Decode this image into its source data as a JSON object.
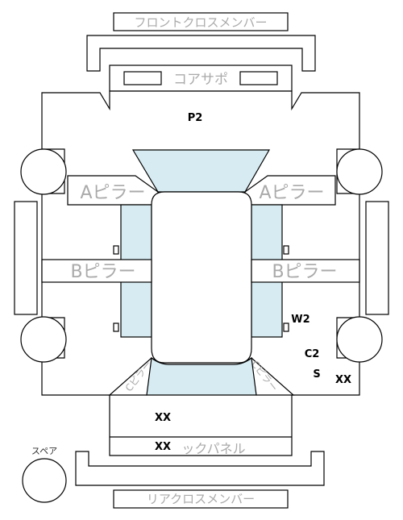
{
  "diagram": {
    "labels": {
      "front_cross_member": "フロントクロスメンバー",
      "core_support": "コアサポ",
      "a_pillar_left": "Aピラー",
      "a_pillar_right": "Aピラー",
      "b_pillar_left": "Bピラー",
      "b_pillar_right": "Bピラー",
      "c_pillar_left": "Cピラー",
      "c_pillar_right": "Cピラー",
      "back_panel_suffix": "ックパネル",
      "spare": "スペア",
      "rear_cross_member": "リアクロスメンバー"
    },
    "marks": {
      "p2": "P2",
      "w2": "W2",
      "c2": "C2",
      "s": "S",
      "xx_right": "XX",
      "xx_trunk": "XX",
      "xx_back": "XX"
    }
  }
}
